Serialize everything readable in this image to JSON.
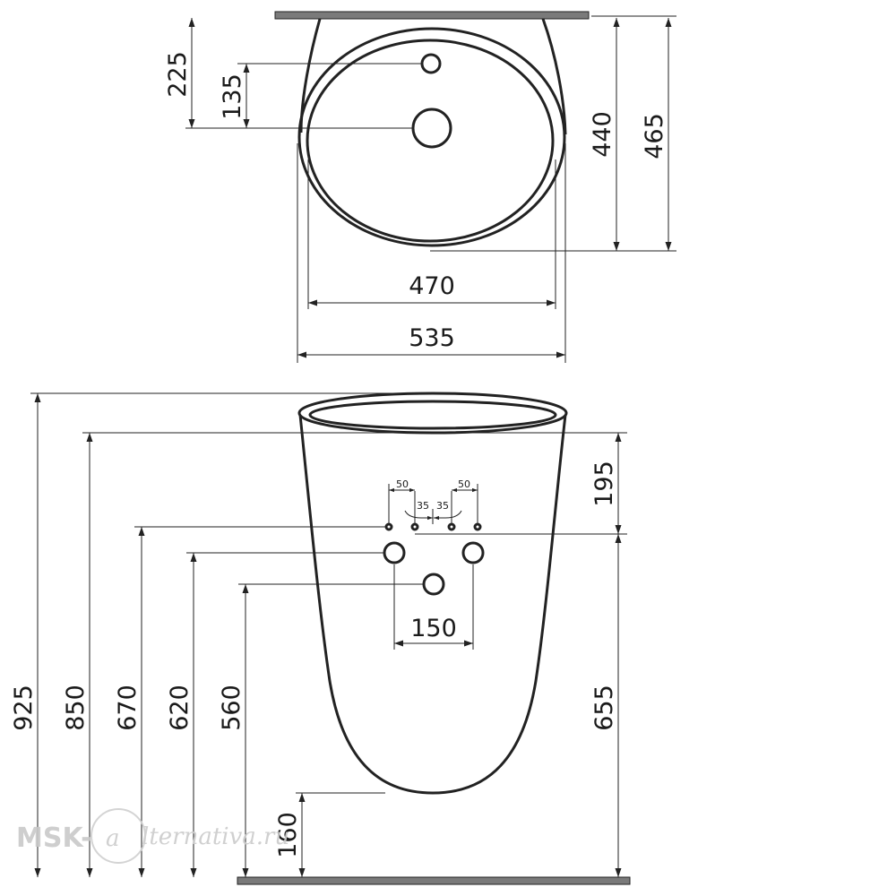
{
  "top_view": {
    "dims": {
      "d225": "225",
      "d135": "135",
      "d440": "440",
      "d465": "465",
      "d470": "470",
      "d535": "535"
    }
  },
  "front_view": {
    "dims": {
      "d925": "925",
      "d850": "850",
      "d670": "670",
      "d620": "620",
      "d560": "560",
      "d195": "195",
      "d655": "655",
      "d150": "150",
      "d160": "160",
      "d50a": "50",
      "d50b": "50",
      "d35a": "35",
      "d35b": "35"
    }
  },
  "watermark": {
    "left": "MSK-",
    "mark": "a",
    "right": "lternativa.ru"
  },
  "colors": {
    "line": "#222222",
    "wall": "#7a7a7a",
    "watermark": "#c9c9c9"
  }
}
